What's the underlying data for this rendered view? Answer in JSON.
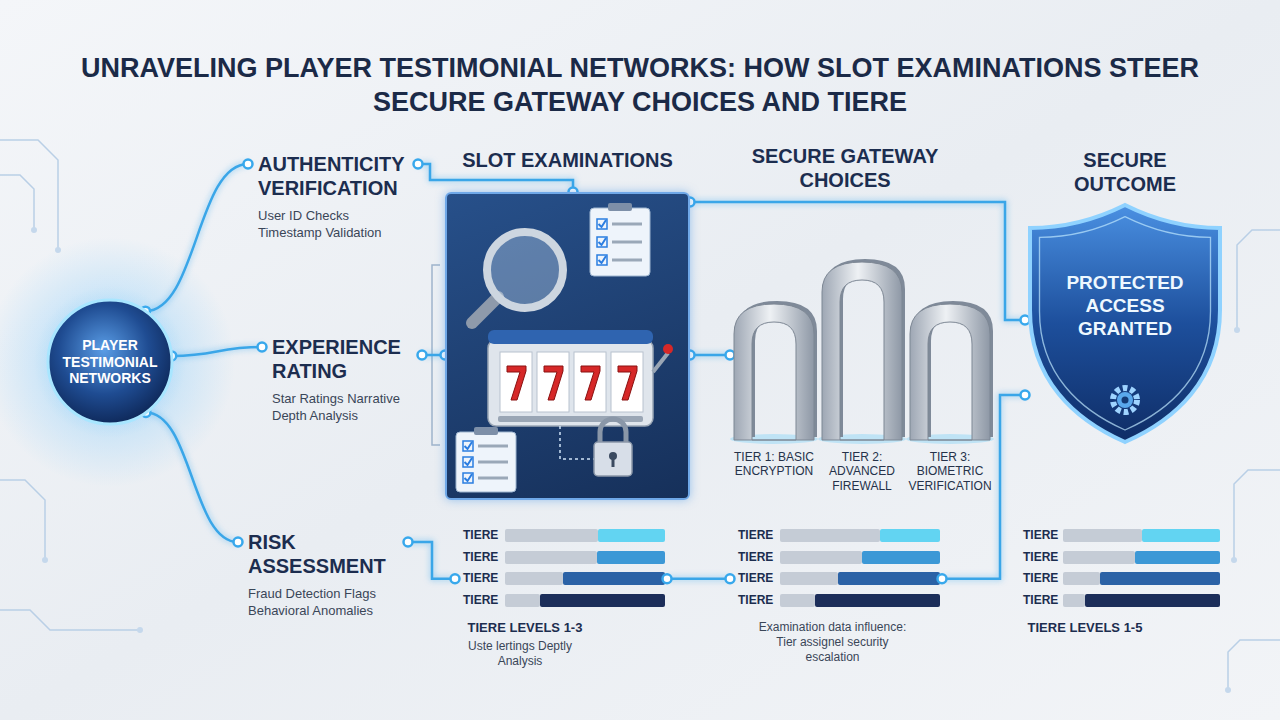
{
  "diagram": {
    "title": "UNRAVELING PLAYER TESTIMONIAL NETWORKS: HOW SLOT EXAMINATIONS STEER SECURE GATEWAY CHOICES AND TIERE",
    "nodes": [
      {
        "text": [
          "PLAYER TESTIMONIAL NETWORKS"
        ]
      },
      {
        "text": [
          "AUTHENTICITY VERIFICATION",
          "User ID Checks Timestamp Validation"
        ]
      },
      {
        "text": [
          "EXPERIENCE RATING",
          "Star Ratings Narrative Depth Analysis"
        ]
      },
      {
        "text": [
          "RISK ASSESSMENT",
          "Fraud Detection Flags Behavioral Anomalies"
        ]
      },
      {
        "text": [
          "SLOT EXAMINATIONS"
        ]
      },
      {
        "text": [
          "TIER 1: BASIC ENCRYPTION"
        ]
      },
      {
        "text": [
          "TIER 2: ADVANCED FIREWALL"
        ]
      },
      {
        "text": [
          "TIER 3: BIOMETRIC VERIFICATION"
        ]
      },
      {
        "text": [
          "SECURE OUTCOME",
          "PROTECTED ACCESS GRANTED"
        ]
      },
      {
        "text": [
          "TIERE",
          "TIERE",
          "TIERE",
          "TIERE",
          "TIERE LEVELS 1-3",
          "Uste lertings Deptly Analysis"
        ]
      },
      {
        "text": [
          "TIERE",
          "TIERE",
          "TIERE",
          "TIERE",
          "Examination data influence: Tier assignel security escalation"
        ]
      },
      {
        "text": [
          "TIERE",
          "TIERE",
          "TIERE",
          "TIERE",
          "TIERE LEVELS 1-5"
        ]
      }
    ],
    "edges": [
      {
        "from": 0,
        "to": 1,
        "arrow": "none"
      },
      {
        "from": 0,
        "to": 2,
        "arrow": "none"
      },
      {
        "from": 0,
        "to": 3,
        "arrow": "none"
      },
      {
        "from": 1,
        "to": 4,
        "arrow": "none"
      },
      {
        "from": 2,
        "to": 4,
        "arrow": "none"
      },
      {
        "from": 3,
        "to": 9,
        "arrow": "none"
      },
      {
        "from": 4,
        "to": 5,
        "arrow": "none"
      },
      {
        "from": 4,
        "to": 8,
        "arrow": "none"
      },
      {
        "from": 9,
        "to": 10,
        "arrow": "none"
      },
      {
        "from": 10,
        "to": 8,
        "arrow": "none"
      }
    ],
    "labels": [
      "SECURE GATEWAY CHOICES"
    ]
  }
}
